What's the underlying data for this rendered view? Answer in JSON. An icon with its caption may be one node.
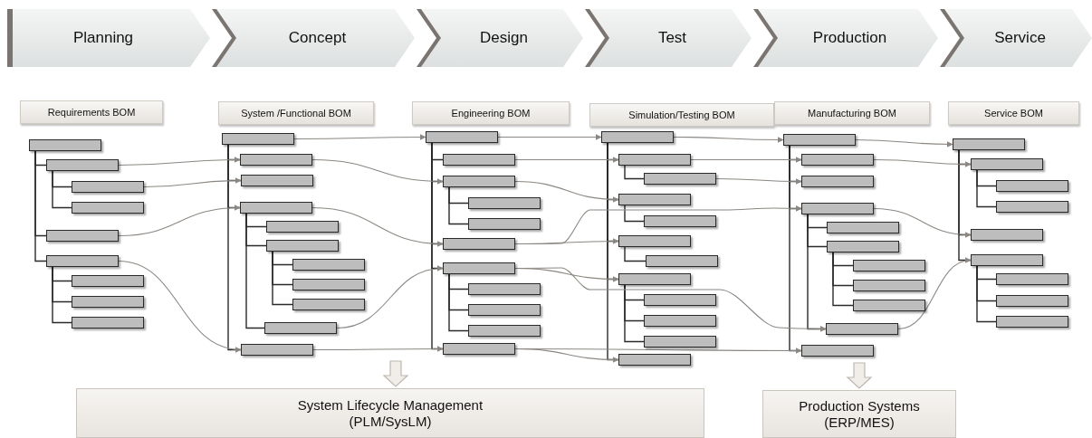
{
  "diagram": {
    "nodes": [
      {
        "text": [
          "Planning"
        ]
      },
      {
        "text": [
          "Concept"
        ]
      },
      {
        "text": [
          "Design"
        ]
      },
      {
        "text": [
          "Test"
        ]
      },
      {
        "text": [
          "Production"
        ]
      },
      {
        "text": [
          "Service"
        ]
      },
      {
        "text": [
          "Requirements BOM"
        ]
      },
      {
        "text": [
          "System /Functional BOM"
        ]
      },
      {
        "text": [
          "Engineering BOM"
        ]
      },
      {
        "text": [
          "Simulation/Testing BOM"
        ]
      },
      {
        "text": [
          "Manufacturing BOM"
        ]
      },
      {
        "text": [
          "Service BOM"
        ]
      },
      {
        "text": [],
        "shape": "bar"
      },
      {
        "text": [],
        "shape": "bar"
      },
      {
        "text": [],
        "shape": "bar"
      },
      {
        "text": [],
        "shape": "bar"
      },
      {
        "text": [],
        "shape": "bar"
      },
      {
        "text": [],
        "shape": "bar"
      },
      {
        "text": [],
        "shape": "bar"
      },
      {
        "text": [],
        "shape": "bar"
      },
      {
        "text": [],
        "shape": "bar"
      },
      {
        "text": [],
        "shape": "bar"
      },
      {
        "text": [],
        "shape": "bar"
      },
      {
        "text": [],
        "shape": "bar"
      },
      {
        "text": [],
        "shape": "bar"
      },
      {
        "text": [],
        "shape": "bar"
      },
      {
        "text": [],
        "shape": "bar"
      },
      {
        "text": [],
        "shape": "bar"
      },
      {
        "text": [],
        "shape": "bar"
      },
      {
        "text": [],
        "shape": "bar"
      },
      {
        "text": [],
        "shape": "bar"
      },
      {
        "text": [],
        "shape": "bar"
      },
      {
        "text": [],
        "shape": "bar"
      },
      {
        "text": [],
        "shape": "bar"
      },
      {
        "text": [],
        "shape": "bar"
      },
      {
        "text": [],
        "shape": "bar"
      },
      {
        "text": [],
        "shape": "bar"
      },
      {
        "text": [],
        "shape": "bar"
      },
      {
        "text": [],
        "shape": "bar"
      },
      {
        "text": [],
        "shape": "bar"
      },
      {
        "text": [],
        "shape": "bar"
      },
      {
        "text": [],
        "shape": "bar"
      },
      {
        "text": [],
        "shape": "bar"
      },
      {
        "text": [],
        "shape": "bar"
      },
      {
        "text": [],
        "shape": "bar"
      },
      {
        "text": [],
        "shape": "bar"
      },
      {
        "text": [],
        "shape": "bar"
      },
      {
        "text": [],
        "shape": "bar"
      },
      {
        "text": [],
        "shape": "bar"
      },
      {
        "text": [],
        "shape": "bar"
      },
      {
        "text": [],
        "shape": "bar"
      },
      {
        "text": [],
        "shape": "bar"
      },
      {
        "text": [],
        "shape": "bar"
      },
      {
        "text": [],
        "shape": "bar"
      },
      {
        "text": [],
        "shape": "bar"
      },
      {
        "text": [],
        "shape": "bar"
      },
      {
        "text": [],
        "shape": "bar"
      },
      {
        "text": [],
        "shape": "bar"
      },
      {
        "text": [],
        "shape": "bar"
      },
      {
        "text": [],
        "shape": "bar"
      },
      {
        "text": [],
        "shape": "bar"
      },
      {
        "text": [],
        "shape": "bar"
      },
      {
        "text": [],
        "shape": "bar"
      },
      {
        "text": [],
        "shape": "bar"
      },
      {
        "text": [],
        "shape": "bar"
      },
      {
        "text": [],
        "shape": "bar"
      },
      {
        "text": [],
        "shape": "bar"
      },
      {
        "text": [],
        "shape": "bar"
      },
      {
        "text": [],
        "shape": "bar"
      },
      {
        "text": [],
        "shape": "bar"
      },
      {
        "text": [],
        "shape": "bar"
      },
      {
        "text": [],
        "shape": "bar"
      },
      {
        "text": [],
        "shape": "bar"
      },
      {
        "text": [],
        "shape": "bar"
      },
      {
        "text": [],
        "shape": "bar"
      },
      {
        "text": [
          "System Lifecycle Management (PLM/SysLM)"
        ]
      },
      {
        "text": [
          "Production Systems (ERP/MES)"
        ]
      }
    ],
    "edges": [
      {
        "from": 12,
        "to": 13,
        "arrow": "none"
      },
      {
        "from": 12,
        "to": 16,
        "arrow": "none"
      },
      {
        "from": 12,
        "to": 17,
        "arrow": "none"
      },
      {
        "from": 13,
        "to": 14,
        "arrow": "none"
      },
      {
        "from": 13,
        "to": 15,
        "arrow": "none"
      },
      {
        "from": 17,
        "to": 18,
        "arrow": "none"
      },
      {
        "from": 17,
        "to": 19,
        "arrow": "none"
      },
      {
        "from": 17,
        "to": 20,
        "arrow": "none"
      },
      {
        "from": 21,
        "to": 22,
        "arrow": "none"
      },
      {
        "from": 21,
        "to": 23,
        "arrow": "none"
      },
      {
        "from": 21,
        "to": 24,
        "arrow": "none"
      },
      {
        "from": 21,
        "to": 31,
        "arrow": "none"
      },
      {
        "from": 24,
        "to": 25,
        "arrow": "none"
      },
      {
        "from": 24,
        "to": 26,
        "arrow": "none"
      },
      {
        "from": 24,
        "to": 30,
        "arrow": "none"
      },
      {
        "from": 26,
        "to": 27,
        "arrow": "none"
      },
      {
        "from": 26,
        "to": 28,
        "arrow": "none"
      },
      {
        "from": 26,
        "to": 29,
        "arrow": "none"
      },
      {
        "from": 32,
        "to": 33,
        "arrow": "none"
      },
      {
        "from": 32,
        "to": 34,
        "arrow": "none"
      },
      {
        "from": 32,
        "to": 37,
        "arrow": "none"
      },
      {
        "from": 32,
        "to": 38,
        "arrow": "none"
      },
      {
        "from": 32,
        "to": 42,
        "arrow": "none"
      },
      {
        "from": 34,
        "to": 35,
        "arrow": "none"
      },
      {
        "from": 34,
        "to": 36,
        "arrow": "none"
      },
      {
        "from": 38,
        "to": 39,
        "arrow": "none"
      },
      {
        "from": 38,
        "to": 40,
        "arrow": "none"
      },
      {
        "from": 38,
        "to": 41,
        "arrow": "none"
      },
      {
        "from": 43,
        "to": 44,
        "arrow": "none"
      },
      {
        "from": 43,
        "to": 46,
        "arrow": "none"
      },
      {
        "from": 43,
        "to": 48,
        "arrow": "none"
      },
      {
        "from": 43,
        "to": 50,
        "arrow": "none"
      },
      {
        "from": 43,
        "to": 54,
        "arrow": "none"
      },
      {
        "from": 44,
        "to": 45,
        "arrow": "none"
      },
      {
        "from": 46,
        "to": 47,
        "arrow": "none"
      },
      {
        "from": 48,
        "to": 49,
        "arrow": "none"
      },
      {
        "from": 50,
        "to": 51,
        "arrow": "none"
      },
      {
        "from": 50,
        "to": 52,
        "arrow": "none"
      },
      {
        "from": 50,
        "to": 53,
        "arrow": "none"
      },
      {
        "from": 55,
        "to": 56,
        "arrow": "none"
      },
      {
        "from": 55,
        "to": 57,
        "arrow": "none"
      },
      {
        "from": 55,
        "to": 58,
        "arrow": "none"
      },
      {
        "from": 55,
        "to": 65,
        "arrow": "none"
      },
      {
        "from": 58,
        "to": 59,
        "arrow": "none"
      },
      {
        "from": 58,
        "to": 60,
        "arrow": "none"
      },
      {
        "from": 58,
        "to": 64,
        "arrow": "none"
      },
      {
        "from": 60,
        "to": 61,
        "arrow": "none"
      },
      {
        "from": 60,
        "to": 62,
        "arrow": "none"
      },
      {
        "from": 60,
        "to": 63,
        "arrow": "none"
      },
      {
        "from": 66,
        "to": 67,
        "arrow": "none"
      },
      {
        "from": 66,
        "to": 70,
        "arrow": "none"
      },
      {
        "from": 66,
        "to": 71,
        "arrow": "none"
      },
      {
        "from": 67,
        "to": 68,
        "arrow": "none"
      },
      {
        "from": 67,
        "to": 69,
        "arrow": "none"
      },
      {
        "from": 71,
        "to": 72,
        "arrow": "none"
      },
      {
        "from": 71,
        "to": 73,
        "arrow": "none"
      },
      {
        "from": 71,
        "to": 74,
        "arrow": "none"
      },
      {
        "from": 13,
        "to": 22,
        "arrow": "to",
        "color": "#8c8782"
      },
      {
        "from": 14,
        "to": 23,
        "arrow": "to",
        "color": "#8c8782"
      },
      {
        "from": 16,
        "to": 24,
        "arrow": "to",
        "color": "#8c8782"
      },
      {
        "from": 17,
        "to": 31,
        "arrow": "to",
        "color": "#8c8782"
      },
      {
        "from": 21,
        "to": 32,
        "arrow": "to",
        "color": "#8c8782"
      },
      {
        "from": 22,
        "to": 34,
        "arrow": "to",
        "color": "#8c8782"
      },
      {
        "from": 24,
        "to": 37,
        "arrow": "to",
        "color": "#8c8782"
      },
      {
        "from": 30,
        "to": 38,
        "arrow": "to",
        "color": "#8c8782"
      },
      {
        "from": 31,
        "to": 42,
        "arrow": "to",
        "color": "#8c8782"
      },
      {
        "from": 32,
        "to": 43,
        "arrow": "to",
        "color": "#8c8782"
      },
      {
        "from": 33,
        "to": 44,
        "arrow": "to",
        "color": "#8c8782"
      },
      {
        "from": 34,
        "to": 46,
        "arrow": "to",
        "color": "#8c8782"
      },
      {
        "from": 37,
        "to": 48,
        "arrow": "to",
        "color": "#8c8782"
      },
      {
        "from": 37,
        "to": 58,
        "arrow": "to",
        "color": "#8c8782"
      },
      {
        "from": 38,
        "to": 50,
        "arrow": "to",
        "color": "#8c8782"
      },
      {
        "from": 38,
        "to": 64,
        "arrow": "to",
        "color": "#8c8782"
      },
      {
        "from": 42,
        "to": 54,
        "arrow": "to",
        "color": "#8c8782"
      },
      {
        "from": 42,
        "to": 65,
        "arrow": "to",
        "color": "#8c8782"
      },
      {
        "from": 43,
        "to": 55,
        "arrow": "to",
        "color": "#8c8782"
      },
      {
        "from": 44,
        "to": 56,
        "arrow": "to",
        "color": "#8c8782"
      },
      {
        "from": 45,
        "to": 57,
        "arrow": "to",
        "color": "#8c8782"
      },
      {
        "from": 55,
        "to": 66,
        "arrow": "to",
        "color": "#8c8782"
      },
      {
        "from": 56,
        "to": 67,
        "arrow": "to",
        "color": "#8c8782"
      },
      {
        "from": 58,
        "to": 70,
        "arrow": "to",
        "color": "#8c8782"
      },
      {
        "from": 64,
        "to": 71,
        "arrow": "to",
        "color": "#8c8782"
      },
      {
        "from": null,
        "to": 75,
        "arrow": "to",
        "style": "thick"
      },
      {
        "from": null,
        "to": 76,
        "arrow": "to",
        "style": "thick"
      }
    ]
  }
}
